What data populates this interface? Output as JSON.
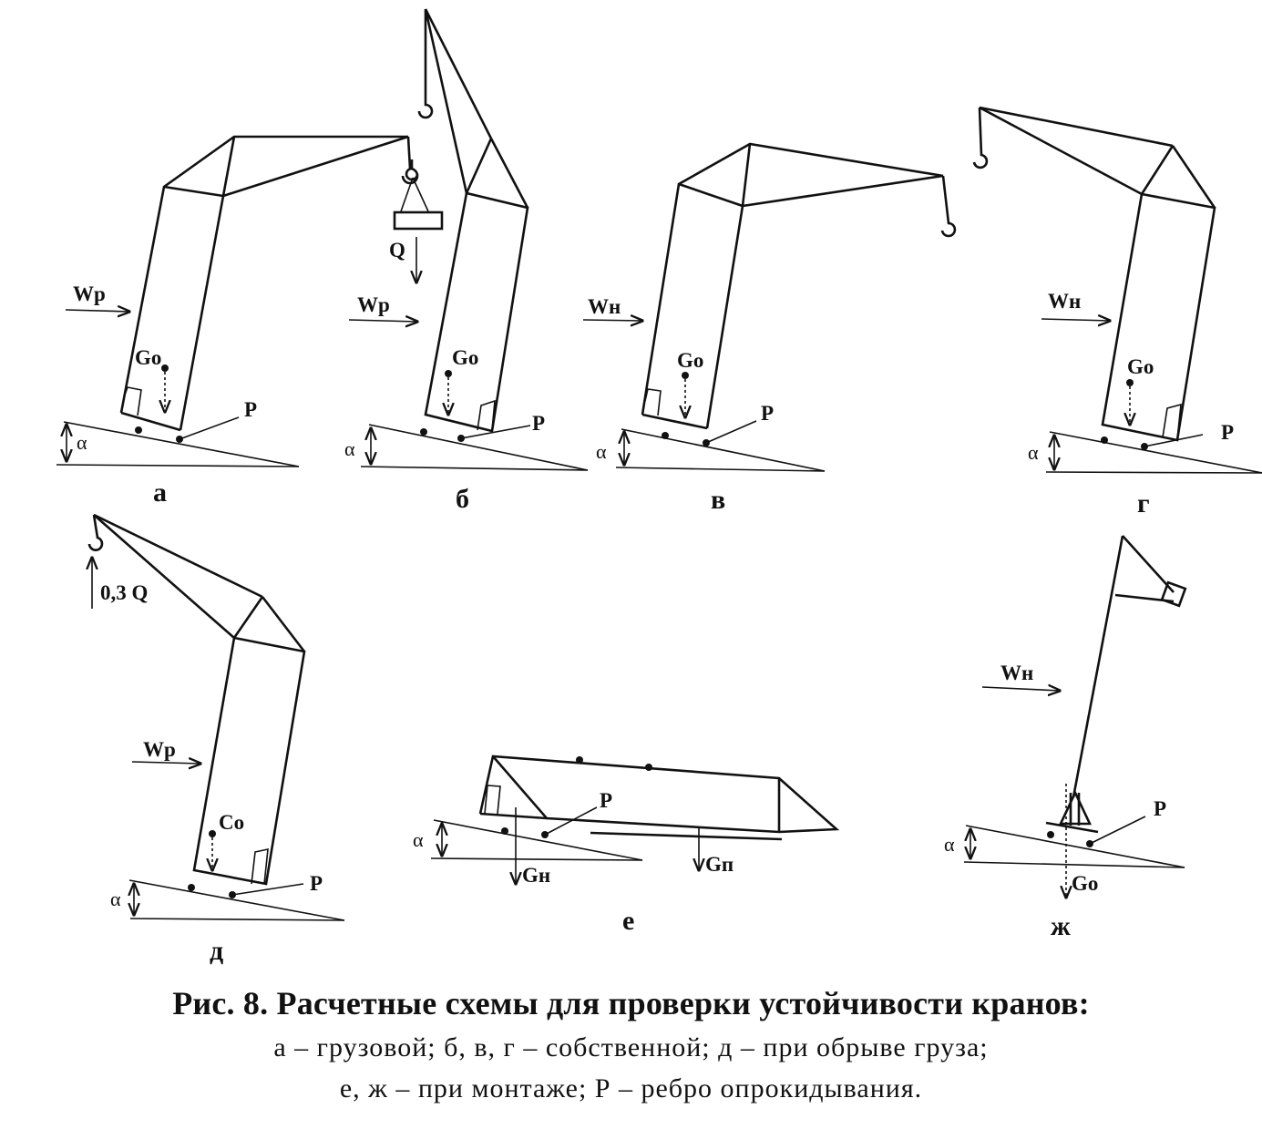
{
  "figure": {
    "title": "Рис. 8. Расчетные схемы для проверки устойчивости кранов:",
    "caption_line1": "а – грузовой; б, в, г – собственной; д – при обрыве груза;",
    "caption_line2": "е, ж – при монтаже; Р – ребро опрокидывания."
  },
  "schemes": [
    {
      "id": "a",
      "label": "а",
      "wind": "Wp",
      "weight": "Go",
      "edge": "P",
      "angle": "α"
    },
    {
      "id": "b",
      "label": "б",
      "wind": "Wp",
      "weight": "Go",
      "edge": "P",
      "angle": "α",
      "load": "Q"
    },
    {
      "id": "v",
      "label": "в",
      "wind": "Wн",
      "weight": "Go",
      "edge": "P",
      "angle": "α"
    },
    {
      "id": "g",
      "label": "г",
      "wind": "Wн",
      "weight": "Go",
      "edge": "P",
      "angle": "α"
    },
    {
      "id": "d",
      "label": "д",
      "wind": "Wp",
      "weight": "Co",
      "edge": "P",
      "angle": "α",
      "load": "0,3 Q"
    },
    {
      "id": "e",
      "label": "е",
      "edge": "P",
      "angle": "α",
      "weight_n": "Gн",
      "weight_p": "Gп"
    },
    {
      "id": "zh",
      "label": "ж",
      "wind": "Wн",
      "weight": "Go",
      "edge": "P",
      "angle": "α"
    }
  ]
}
